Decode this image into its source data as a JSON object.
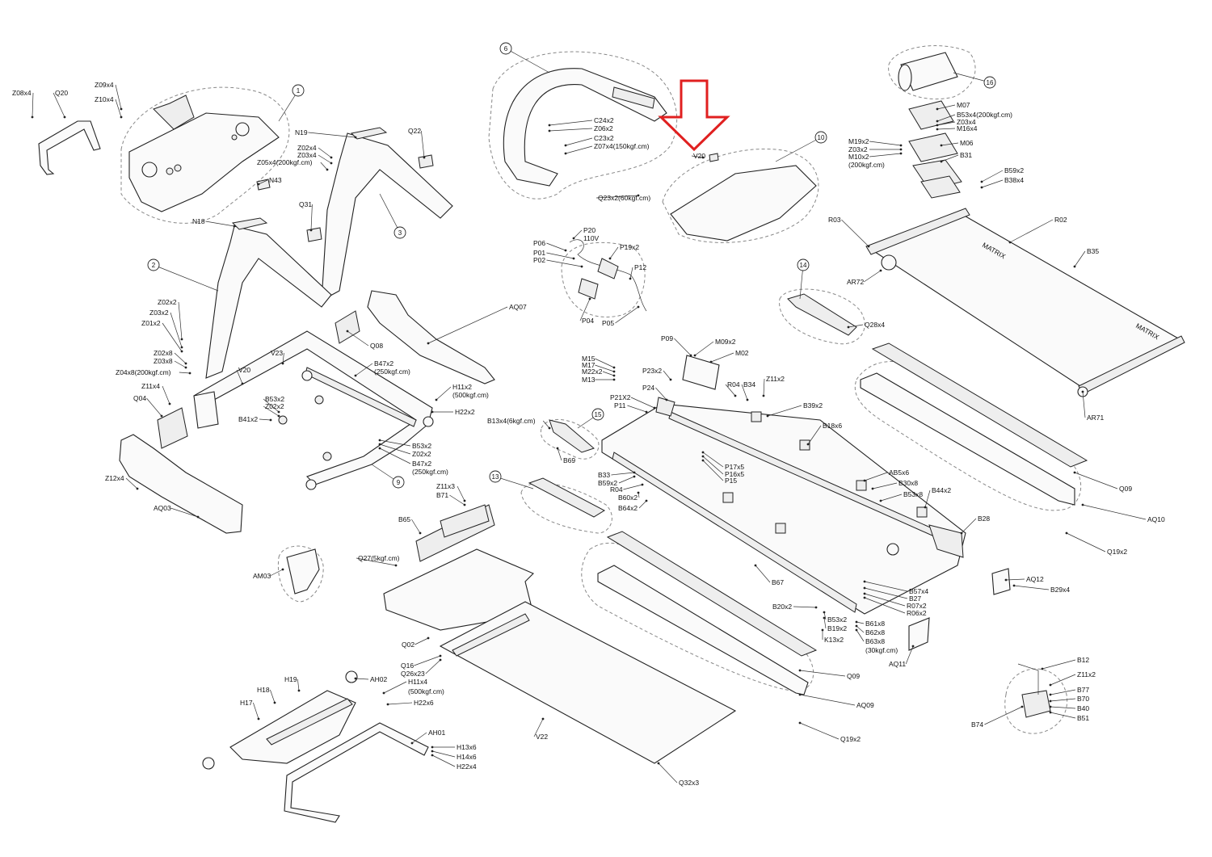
{
  "callouts": [
    "1",
    "2",
    "3",
    "6",
    "9",
    "10",
    "13",
    "14",
    "15",
    "16"
  ],
  "labels": [
    "Z08x4",
    "Q20",
    "Z09x4",
    "Z10x4",
    "N19",
    "Z02x4",
    "Z03x4",
    "Z05x4(200kgf.cm)",
    "N43",
    "Q22",
    "N18",
    "Q31",
    "Z02x2",
    "Z03x2",
    "Z01x2",
    "Z02x8",
    "Z03x8",
    "Z04x8(200kgf.cm)",
    "V20",
    "V23",
    "Q08",
    "AQ07",
    "B47x2",
    "(250kgf.cm)",
    "B53x2",
    "Z02x2",
    "B41x2",
    "Z11x4",
    "Q04",
    "H11x2",
    "(500kgf.cm)",
    "H22x2",
    "B53x2",
    "Z02x2",
    "B47x2",
    "(250kgf.cm)",
    "Z12x4",
    "AQ03",
    "C24x2",
    "Z06x2",
    "C23x2",
    "Z07x4(150kgf.cm)",
    "V20",
    "Q23x2(60kgf.cm)",
    "P20",
    "110V",
    "P06",
    "P01",
    "P02",
    "P19x2",
    "P12",
    "P04",
    "P05",
    "M07",
    "B53x4(200kgf.cm)",
    "Z03x4",
    "M16x4",
    "M19x2",
    "Z03x2",
    "M10x2",
    "(200kgf.cm)",
    "M06",
    "B31",
    "B59x2",
    "B38x4",
    "R03",
    "R02",
    "B35",
    "AR72",
    "Q28x4",
    "AR71",
    "P09",
    "M09x2",
    "M02",
    "M15",
    "M17",
    "M22x2",
    "M13",
    "P23x2",
    "P24",
    "P21X2",
    "P11",
    "R04",
    "B34",
    "Z11x2",
    "B39x2",
    "B18x6",
    "B13x4(6kgf.cm)",
    "B69",
    "B33",
    "B59x2",
    "R04",
    "B60x2",
    "B64x2",
    "P17x5",
    "P16x5",
    "P15",
    "AB5x6",
    "B30x8",
    "B53x8",
    "B44x2",
    "Q09",
    "AQ10",
    "Q19x2",
    "Z11x3",
    "B71",
    "B65",
    "Q27(5kgf.cm)",
    "AM03",
    "Q02",
    "Q16",
    "Q26x23",
    "B28",
    "AQ12",
    "B29x4",
    "B67",
    "B57x4",
    "B27",
    "R07x2",
    "R06x2",
    "B20x2",
    "B53x2",
    "B19x2",
    "K13x2",
    "B61x8",
    "B62x8",
    "B63x8",
    "(30kgf.cm)",
    "AQ11",
    "Q09",
    "AQ09",
    "Q19x2",
    "V22",
    "Q32x3",
    "H19",
    "AH02",
    "H18",
    "H11x4",
    "(500kgf.cm)",
    "H17",
    "H22x6",
    "AH01",
    "H13x6",
    "H14x6",
    "H22x4",
    "B12",
    "Z11x2",
    "B77",
    "B70",
    "B40",
    "B51",
    "B74"
  ],
  "highlight_arrow_color": "#e02020",
  "ink_color": "#222222"
}
